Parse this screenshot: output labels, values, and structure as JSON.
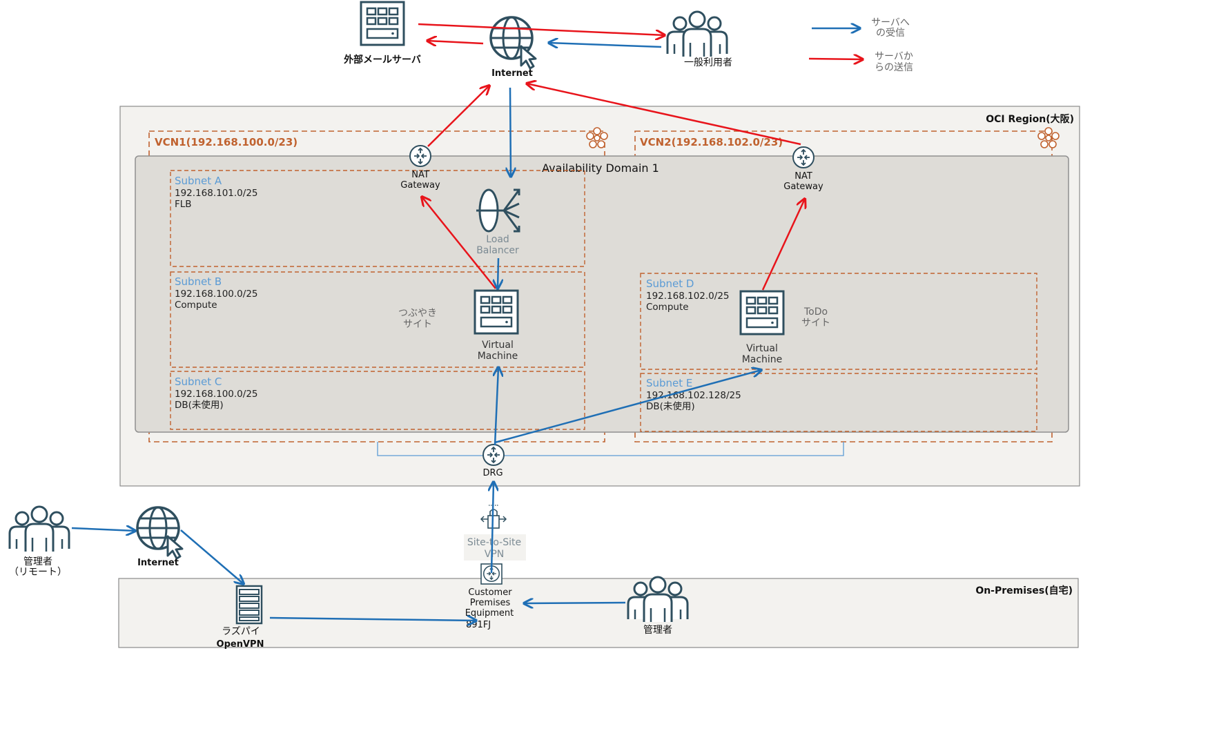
{
  "legend": {
    "inbound": "サーバへの受信",
    "inbound_l1": "サーバへ",
    "inbound_l2": "の受信",
    "outbound": "サーバからの送信",
    "outbound_l1": "サーバか",
    "outbound_l2": "らの送信",
    "inbound_color": "#1f6fb5",
    "outbound_color": "#e8141b"
  },
  "top": {
    "mail_server": "外部メールサーバ",
    "internet": "Internet",
    "general_users": "一般利用者"
  },
  "oci_region": {
    "label": "OCI Region(大阪)"
  },
  "availability_domain": {
    "label": "Availability Domain 1"
  },
  "vcn1": {
    "label": "VCN1(192.168.100.0/23)",
    "nat_l1": "NAT",
    "nat_l2": "Gateway",
    "subnet_a": {
      "name": "Subnet A",
      "cidr": "192.168.101.0/25",
      "role": "FLB"
    },
    "subnet_b": {
      "name": "Subnet B",
      "cidr": "192.168.100.0/25",
      "role": "Compute"
    },
    "subnet_c": {
      "name": "Subnet C",
      "cidr": "192.168.100.0/25",
      "role": "DB(未使用)"
    },
    "lb_l1": "Load",
    "lb_l2": "Balancer",
    "site_l1": "つぶやき",
    "site_l2": "サイト",
    "vm_l1": "Virtual",
    "vm_l2": "Machine"
  },
  "vcn2": {
    "label": "VCN2(192.168.102.0/23)",
    "nat_l1": "NAT",
    "nat_l2": "Gateway",
    "subnet_d": {
      "name": "Subnet D",
      "cidr": "192.168.102.0/25",
      "role": "Compute"
    },
    "subnet_e": {
      "name": "Subnet E",
      "cidr": "192.168.102.128/25",
      "role": "DB(未使用)"
    },
    "site_l1": "ToDo",
    "site_l2": "サイト",
    "vm_l1": "Virtual",
    "vm_l2": "Machine"
  },
  "drg": {
    "label": "DRG"
  },
  "vpn": {
    "l1": "Site-to-Site",
    "l2": "VPN"
  },
  "onprem": {
    "label": "On-Premises(自宅)",
    "cpe_l1": "Customer",
    "cpe_l2": "Premises",
    "cpe_l3": "Equipment",
    "cpe_l4": "891FJ",
    "raspi_l1": "ラズパイ",
    "raspi_l2": "OpenVPN",
    "admin": "管理者"
  },
  "remote": {
    "admin_l1": "管理者",
    "admin_l2": "（リモート）",
    "internet": "Internet"
  }
}
